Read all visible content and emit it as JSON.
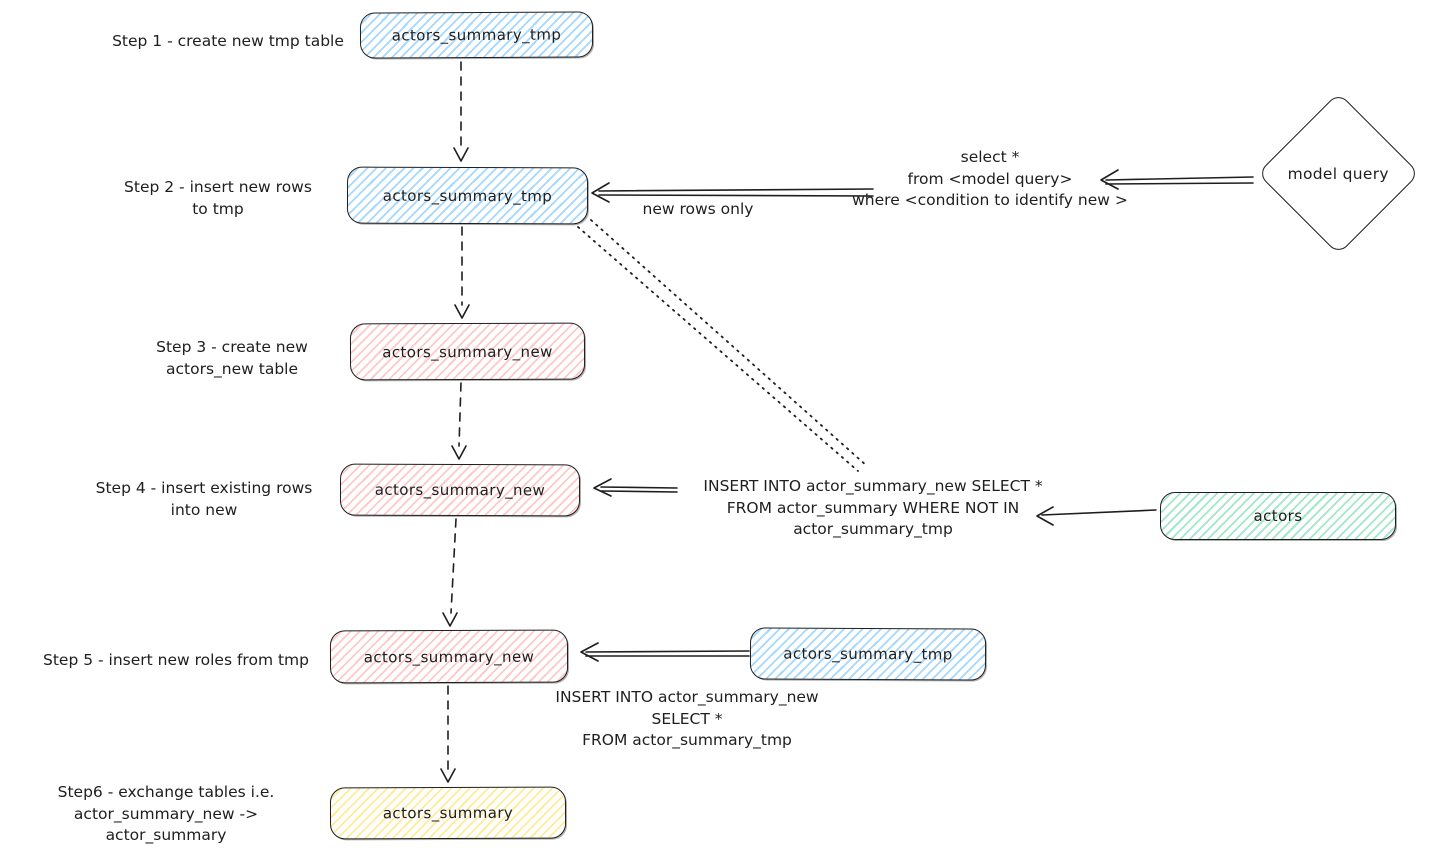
{
  "colors": {
    "blue": "#a5d8ff",
    "pink": "#ffc9c9",
    "teal": "#a2e6cb",
    "yellow": "#ffec99",
    "stroke": "#1e1e1e"
  },
  "steps": {
    "step1": {
      "label": "Step 1 - create new tmp table",
      "node": "actors_summary_tmp"
    },
    "step2": {
      "label": "Step 2 - insert new rows\nto tmp",
      "node": "actors_summary_tmp"
    },
    "step3": {
      "label": "Step 3 - create new\nactors_new table",
      "node": "actors_summary_new"
    },
    "step4": {
      "label": "Step 4 - insert existing rows\ninto new",
      "node": "actors_summary_new"
    },
    "step5": {
      "label": "Step 5 - insert new roles from tmp",
      "node": "actors_summary_new",
      "source_node": "actors_summary_tmp"
    },
    "step6": {
      "label": "Step6 - exchange tables i.e.\nactor_summary_new -> actor_summary",
      "node": "actors_summary"
    }
  },
  "nodes": {
    "model_query": "model query",
    "actors": "actors"
  },
  "annotations": {
    "new_rows_only": "new rows only",
    "select_query": "select *\nfrom <model query>\nwhere <condition to identify new >",
    "insert_existing": "INSERT INTO actor_summary_new SELECT *\nFROM actor_summary WHERE NOT IN\nactor_summary_tmp",
    "insert_new": "INSERT INTO actor_summary_new\nSELECT *\nFROM actor_summary_tmp"
  }
}
